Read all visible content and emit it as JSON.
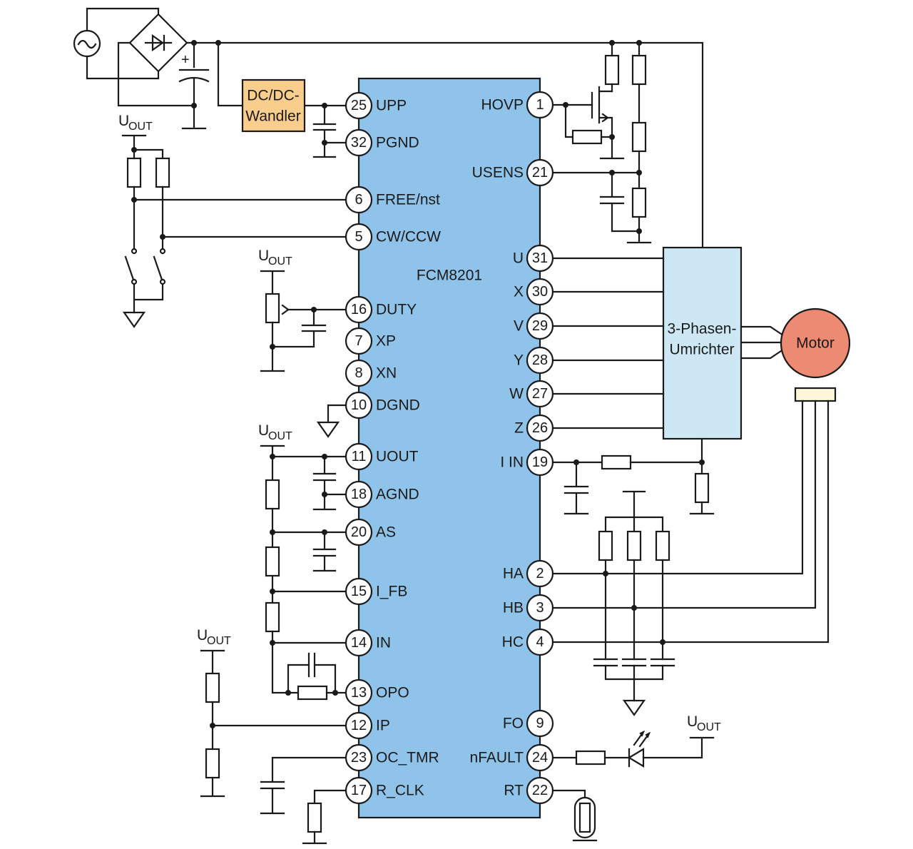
{
  "chip": {
    "name": "FCM8201"
  },
  "blocks": {
    "dcdc_line1": "DC/DC-",
    "dcdc_line2": "Wandler",
    "inverter_line1": "3-Phasen-",
    "inverter_line2": "Umrichter",
    "motor": "Motor"
  },
  "supply": {
    "main": "U",
    "sub": "OUT"
  },
  "pins_left": [
    {
      "num": "25",
      "label": "UPP"
    },
    {
      "num": "32",
      "label": "PGND"
    },
    {
      "num": "6",
      "label": "FREE/nst"
    },
    {
      "num": "5",
      "label": "CW/CCW"
    },
    {
      "num": "16",
      "label": "DUTY"
    },
    {
      "num": "7",
      "label": "XP"
    },
    {
      "num": "8",
      "label": "XN"
    },
    {
      "num": "10",
      "label": "DGND"
    },
    {
      "num": "11",
      "label": "UOUT"
    },
    {
      "num": "18",
      "label": "AGND"
    },
    {
      "num": "20",
      "label": "AS"
    },
    {
      "num": "15",
      "label": "I_FB"
    },
    {
      "num": "14",
      "label": "IN"
    },
    {
      "num": "13",
      "label": "OPO"
    },
    {
      "num": "12",
      "label": "IP"
    },
    {
      "num": "23",
      "label": "OC_TMR"
    },
    {
      "num": "17",
      "label": "R_CLK"
    }
  ],
  "pins_right": [
    {
      "num": "1",
      "label": "HOVP"
    },
    {
      "num": "21",
      "label": "USENS"
    },
    {
      "num": "31",
      "label": "U"
    },
    {
      "num": "30",
      "label": "X"
    },
    {
      "num": "29",
      "label": "V"
    },
    {
      "num": "28",
      "label": "Y"
    },
    {
      "num": "27",
      "label": "W"
    },
    {
      "num": "26",
      "label": "Z"
    },
    {
      "num": "19",
      "label": "I IN"
    },
    {
      "num": "2",
      "label": "HA"
    },
    {
      "num": "3",
      "label": "HB"
    },
    {
      "num": "4",
      "label": "HC"
    },
    {
      "num": "9",
      "label": "FO"
    },
    {
      "num": "24",
      "label": "nFAULT"
    },
    {
      "num": "22",
      "label": "RT"
    }
  ],
  "colors": {
    "chip_fill": "#8fc3ea",
    "dcdc_fill": "#f9cd8c",
    "inverter_fill": "#cde8f4",
    "motor_fill": "#ec8a72",
    "hall_sensor_fill": "#fdf6d8",
    "wire": "#1a1a1a"
  }
}
